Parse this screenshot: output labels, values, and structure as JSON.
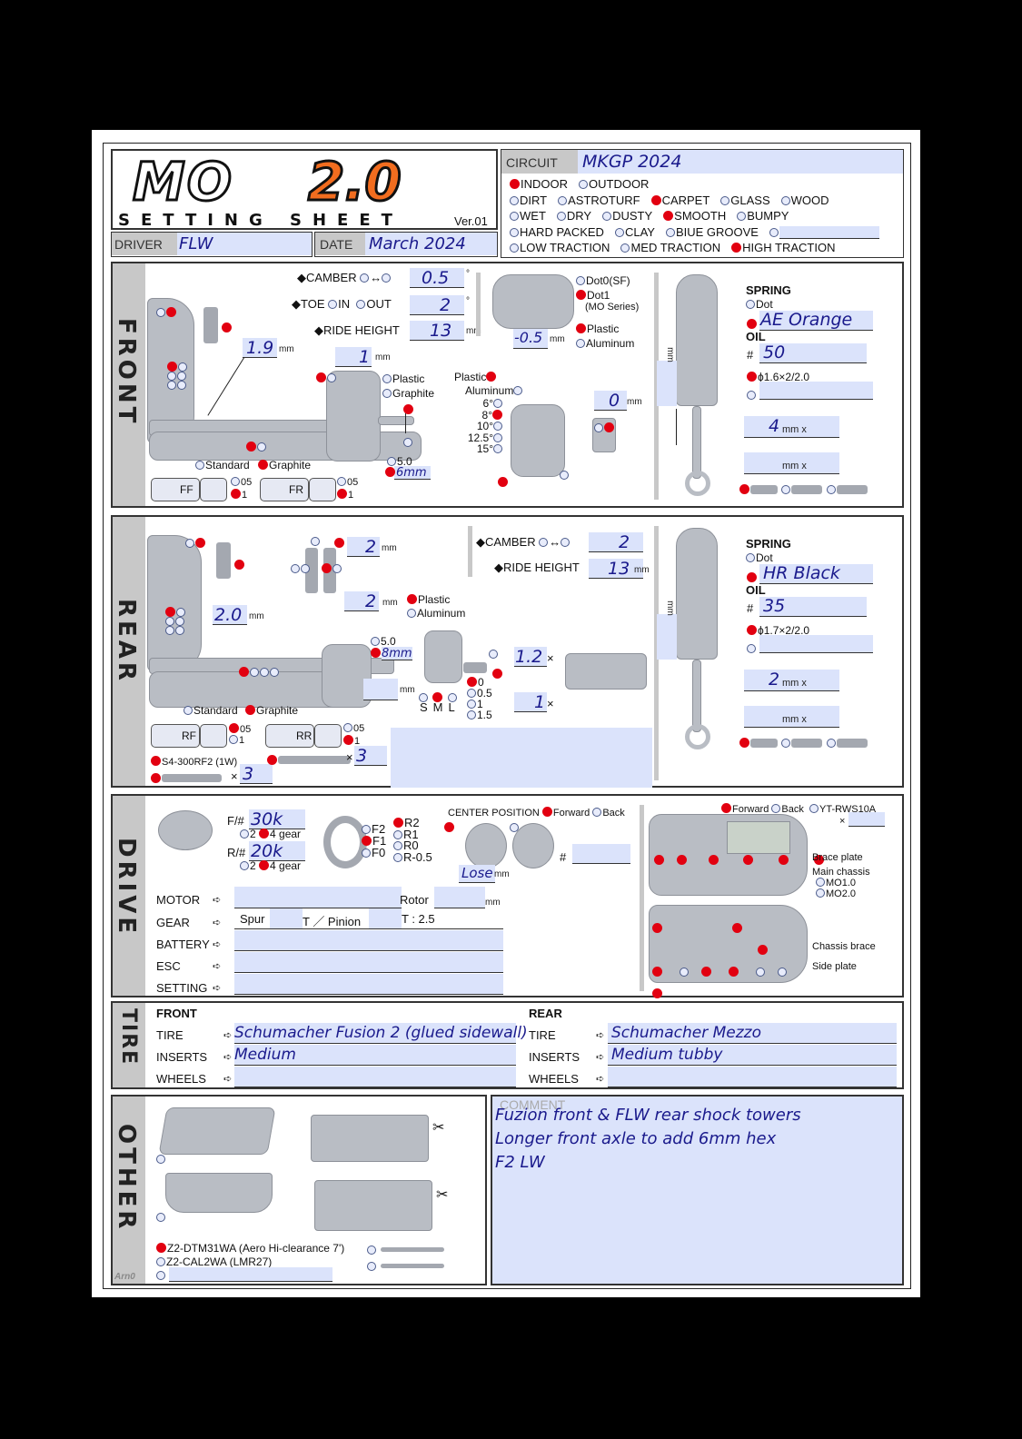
{
  "header": {
    "logo_mo": "MO",
    "logo_ver": "2.0",
    "subtitle": "SETTING SHEET",
    "version": "Ver.01",
    "driver_label": "DRIVER",
    "driver_value": "FLW",
    "date_label": "DATE",
    "date_value": "March 2024",
    "circuit_label": "CIRCUIT",
    "circuit_value": "MKGP 2024",
    "brand_orange": "#f26d1f",
    "accent_red": "#e20010",
    "field_blue": "#dbe3fb",
    "conditions": [
      [
        {
          "label": "INDOOR",
          "checked": true
        },
        {
          "label": "OUTDOOR",
          "checked": false
        }
      ],
      [
        {
          "label": "DIRT",
          "checked": false
        },
        {
          "label": "ASTROTURF",
          "checked": false
        },
        {
          "label": "CARPET",
          "checked": true
        },
        {
          "label": "GLASS",
          "checked": false
        },
        {
          "label": "WOOD",
          "checked": false
        }
      ],
      [
        {
          "label": "WET",
          "checked": false
        },
        {
          "label": "DRY",
          "checked": false
        },
        {
          "label": "DUSTY",
          "checked": false
        },
        {
          "label": "SMOOTH",
          "checked": true
        },
        {
          "label": "BUMPY",
          "checked": false
        }
      ],
      [
        {
          "label": "HARD PACKED",
          "checked": false
        },
        {
          "label": "CLAY",
          "checked": false
        },
        {
          "label": "BIUE GROOVE",
          "checked": false
        },
        {
          "label": "",
          "checked": false
        }
      ],
      [
        {
          "label": "LOW TRACTION",
          "checked": false
        },
        {
          "label": "MED TRACTION",
          "checked": false
        },
        {
          "label": "HIGH TRACTION",
          "checked": true
        }
      ]
    ]
  },
  "front": {
    "title": "FRONT",
    "camber_label": "◆CAMBER",
    "camber_value": "0.5",
    "toe_label": "◆TOE",
    "toe_in": "IN",
    "toe_out": "OUT",
    "toe_value": "2",
    "ride_height_label": "◆RIDE HEIGHT",
    "ride_height_value": "13",
    "unit_mm": "mm",
    "unit_deg": "°",
    "camber_link_value": "1.9",
    "steering_link_value": "1",
    "hub_plastic": "Plastic",
    "hub_graphite": "Graphite",
    "arm_standard": "Standard",
    "arm_graphite": "Graphite",
    "hex_50": "5.0",
    "hex_value": "6mm",
    "ff_label": "FF",
    "fr_label": "FR",
    "opt_05": "05",
    "opt_1": "1",
    "bulkhead_dot0": "Dot0(SF)",
    "bulkhead_dot1": "Dot1",
    "bulkhead_dot1_sub": "(MO Series)",
    "bulkhead_plastic": "Plastic",
    "bulkhead_aluminum": "Aluminum",
    "bulkhead_value": "-0.5",
    "knuckle_plastic": "Plastic",
    "knuckle_aluminum": "Aluminum",
    "caster_options": [
      {
        "label": "6°",
        "checked": false
      },
      {
        "label": "8°",
        "checked": true
      },
      {
        "label": "10°",
        "checked": false
      },
      {
        "label": "12.5°",
        "checked": false
      },
      {
        "label": "15°",
        "checked": false
      }
    ],
    "ackermann_value": "0",
    "shock": {
      "spring_label": "SPRING",
      "spring_dot": "Dot",
      "spring_value": "AE Orange",
      "oil_label": "OIL",
      "oil_hash": "#",
      "oil_value": "50",
      "piston_value": "ϕ1.6×2/2.0",
      "limiter_value": "4",
      "limiter_unit": "mm x",
      "spacer_unit": "mm x",
      "mm_label": "mm"
    }
  },
  "rear": {
    "title": "REAR",
    "camber_label": "◆CAMBER",
    "camber_value": "2",
    "ride_height_label": "◆RIDE HEIGHT",
    "ride_height_value": "13",
    "unit_mm": "mm",
    "tower_spacer_value": "2",
    "camber_link_value": "2.0",
    "hub_link_value": "2",
    "hub_plastic": "Plastic",
    "hub_aluminum": "Aluminum",
    "hex_50": "5.0",
    "hex_value": "8mm",
    "arm_standard": "Standard",
    "arm_graphite": "Graphite",
    "toe_sizes": [
      "S",
      "M",
      "L"
    ],
    "toe_offsets": [
      {
        "label": "0",
        "checked": true
      },
      {
        "label": "0.5",
        "checked": false
      },
      {
        "label": "1",
        "checked": false
      },
      {
        "label": "1.5",
        "checked": false
      }
    ],
    "arm_spacer_top": "1.2",
    "arm_spacer_bottom": "1",
    "times": "×",
    "rf_label": "RF",
    "rr_label": "RR",
    "opt_05": "05",
    "opt_1": "1",
    "rf_part": "S4-300RF2 (1W)",
    "rf_count": "3",
    "rr_count": "3",
    "shock": {
      "spring_label": "SPRING",
      "spring_dot": "Dot",
      "spring_value": "HR Black",
      "oil_label": "OIL",
      "oil_hash": "#",
      "oil_value": "35",
      "piston_value": "ϕ1.7×2/2.0",
      "limiter_value": "2",
      "limiter_unit": "mm x",
      "spacer_unit": "mm x",
      "mm_label": "mm"
    }
  },
  "drive": {
    "title": "DRIVE",
    "front_diff_label": "F/#",
    "front_diff_value": "30k",
    "rear_diff_label": "R/#",
    "rear_diff_value": "20k",
    "gear_2": "2",
    "gear_4": "4 gear",
    "ring_front": [
      {
        "label": "F2",
        "checked": false
      },
      {
        "label": "F1",
        "checked": true
      },
      {
        "label": "F0",
        "checked": false
      }
    ],
    "ring_rear": [
      {
        "label": "R2",
        "checked": true
      },
      {
        "label": "R1",
        "checked": false
      },
      {
        "label": "R0",
        "checked": false
      },
      {
        "label": "R-0.5",
        "checked": false
      }
    ],
    "center_position_label": "CENTER POSITION",
    "center_forward": "Forward",
    "center_back": "Back",
    "center_value": "Lose",
    "center_unit": "mm",
    "center_hash": "#",
    "motor_label": "MOTOR",
    "rotor_label": "Rotor",
    "rotor_unit": "mm",
    "gear_label": "GEAR",
    "spur_label": "Spur",
    "pinion_label": "T ／ Pinion",
    "ratio_label": "T : 2.5",
    "battery_label": "BATTERY",
    "esc_label": "ESC",
    "setting_label": "SETTING",
    "battery_forward": "Forward",
    "battery_back": "Back",
    "weight_part": "YT-RWS10A",
    "weight_times": "×",
    "brace_plate": "Brace plate",
    "main_chassis": "Main chassis",
    "mo10": "MO1.0",
    "mo20": "MO2.0",
    "chassis_brace": "Chassis brace",
    "side_plate": "Side plate"
  },
  "tire": {
    "title": "TIRE",
    "front_heading": "FRONT",
    "rear_heading": "REAR",
    "tire_label": "TIRE",
    "inserts_label": "INSERTS",
    "wheels_label": "WHEELS",
    "front_tire": "Schumacher Fusion 2 (glued sidewall)",
    "front_inserts": "Medium",
    "front_wheels": "",
    "rear_tire": "Schumacher Mezzo",
    "rear_inserts": "Medium tubby",
    "rear_wheels": ""
  },
  "other": {
    "title": "OTHER",
    "wing_options": [
      {
        "label": "Z2-DTM31WA (Aero Hi-clearance 7')",
        "checked": true
      },
      {
        "label": "Z2-CAL2WA (LMR27)",
        "checked": false
      },
      {
        "label": "",
        "checked": false
      }
    ],
    "comment_label": "COMMENT",
    "comment_lines": [
      "Fuzion front & FLW rear shock towers",
      "Longer front axle to add 6mm hex",
      "F2 LW"
    ],
    "author": "Arn0"
  }
}
